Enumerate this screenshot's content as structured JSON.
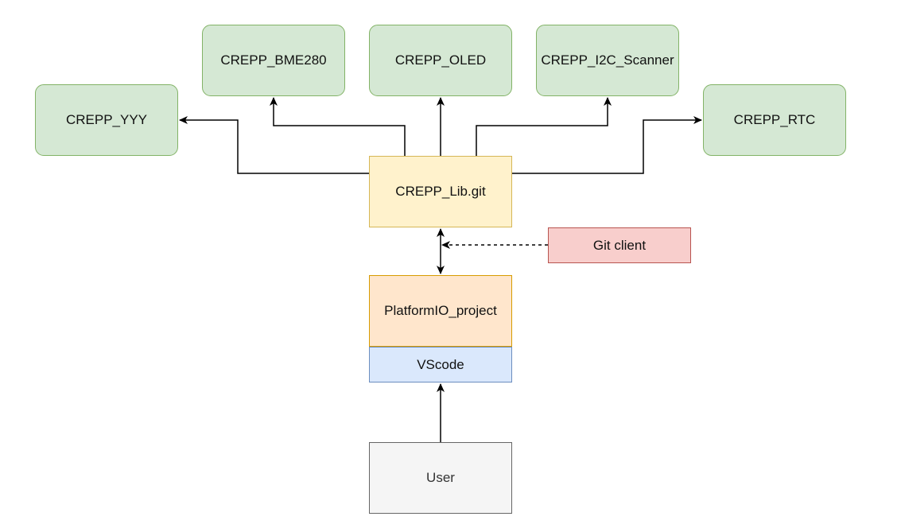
{
  "nodes": {
    "yyy": "CREPP_YYY",
    "bme280": "CREPP_BME280",
    "oled": "CREPP_OLED",
    "i2c_scanner": "CREPP_I2C_Scanner",
    "rtc": "CREPP_RTC",
    "lib": "CREPP_Lib.git",
    "git_client": "Git client",
    "platformio": "PlatformIO_project",
    "vscode": "VScode",
    "user": "User"
  },
  "colors": {
    "green_fill": "#d5e8d4",
    "yellow_fill": "#fff2cc",
    "red_fill": "#f8cecc",
    "orange_fill": "#ffe6cc",
    "blue_fill": "#dae8fc",
    "grey_fill": "#f5f5f5",
    "edge": "#000000"
  }
}
